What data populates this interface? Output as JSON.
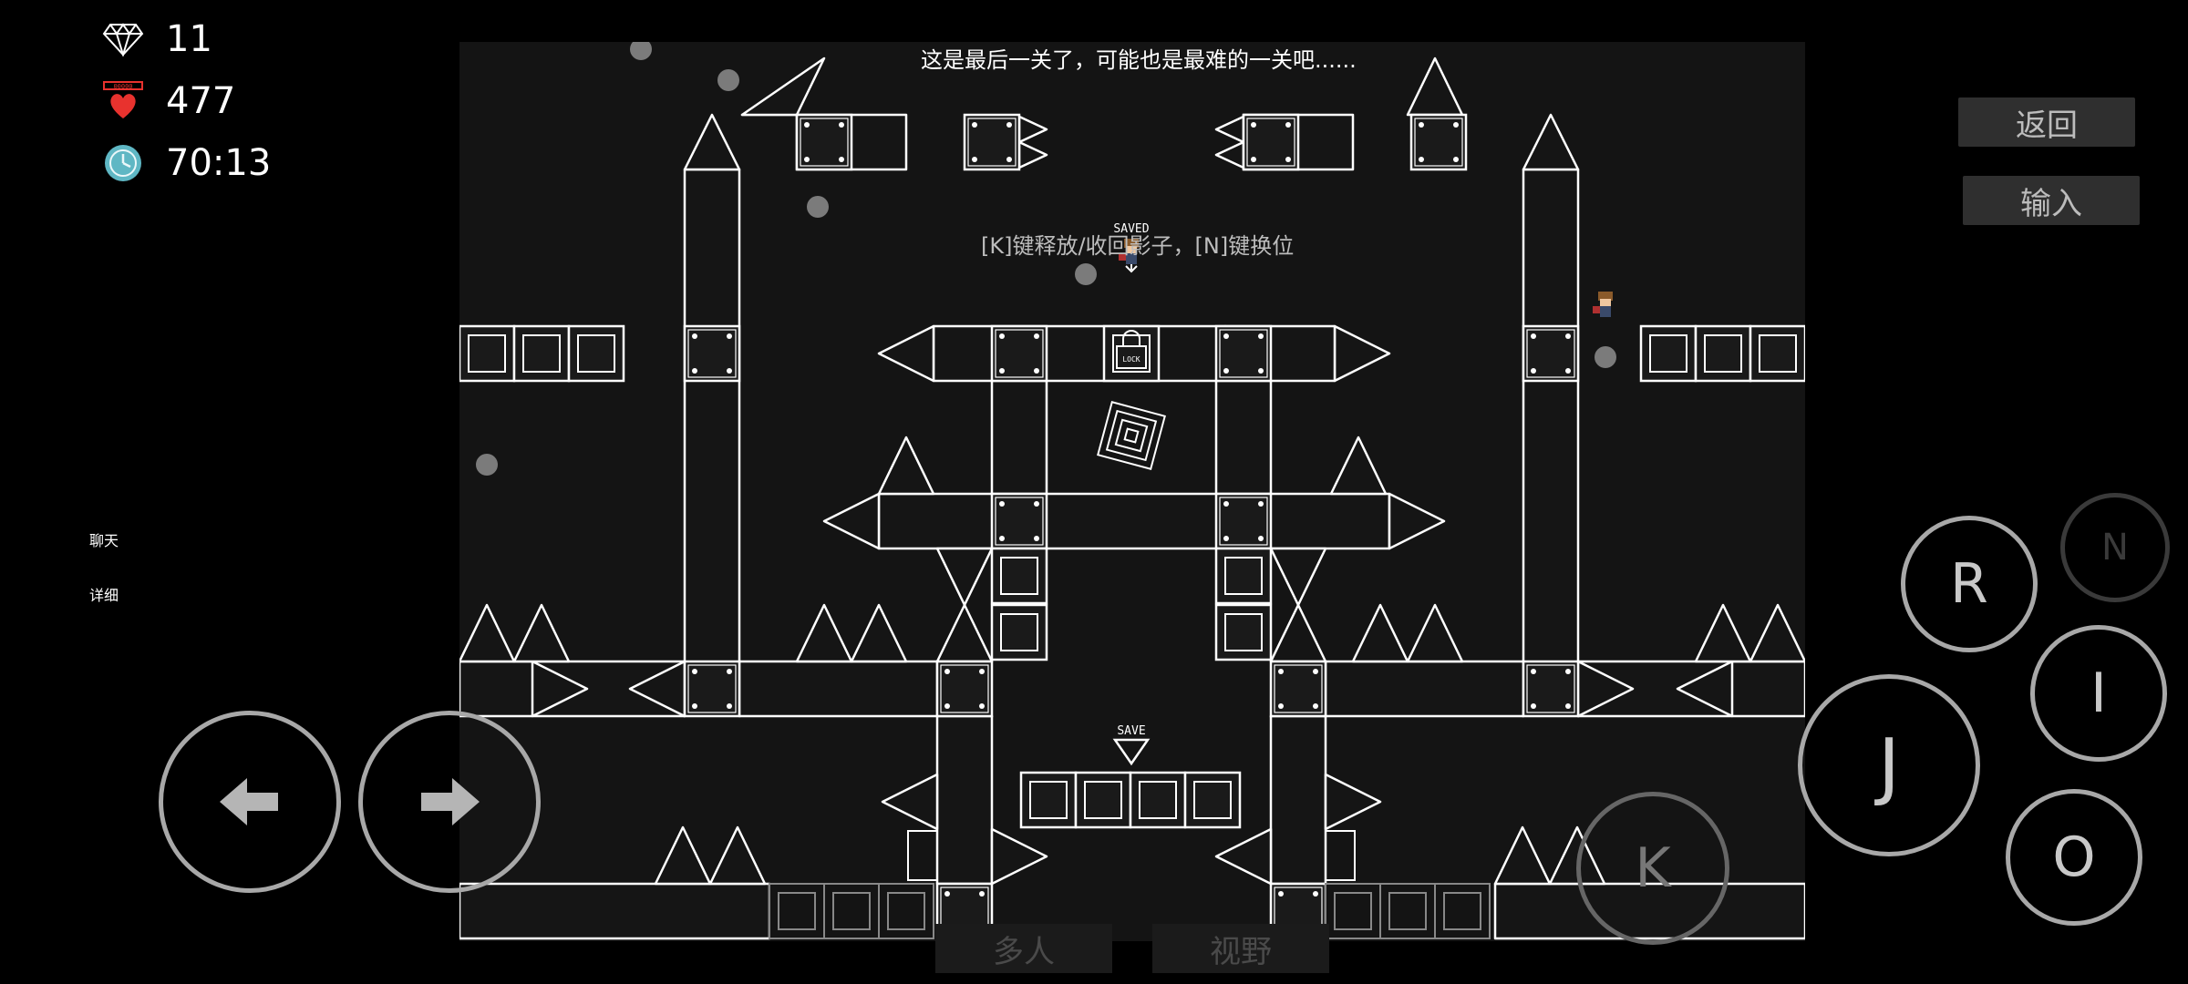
{
  "hud": {
    "gems": "11",
    "lives": "477",
    "timer": "70:13",
    "heart_badge": "00000"
  },
  "level": {
    "top_message": "这是最后一关了，可能也是最难的一关吧......",
    "hint": "[K]键释放/收回影子，[N]键换位",
    "saved_label": "SAVED",
    "save_label": "SAVE",
    "lock_label": "LOCK"
  },
  "side_menu": {
    "back": "返回",
    "input": "输入",
    "chat": "聊天",
    "detail": "详细"
  },
  "controls": {
    "r": "R",
    "n": "N",
    "i": "I",
    "j": "J",
    "o": "O",
    "k": "K",
    "multi": "多人",
    "view": "视野"
  },
  "colors": {
    "stage_bg": "#141414",
    "wire": "#ffffff",
    "clock": "#5fb7c4",
    "heart": "#e8322e"
  }
}
